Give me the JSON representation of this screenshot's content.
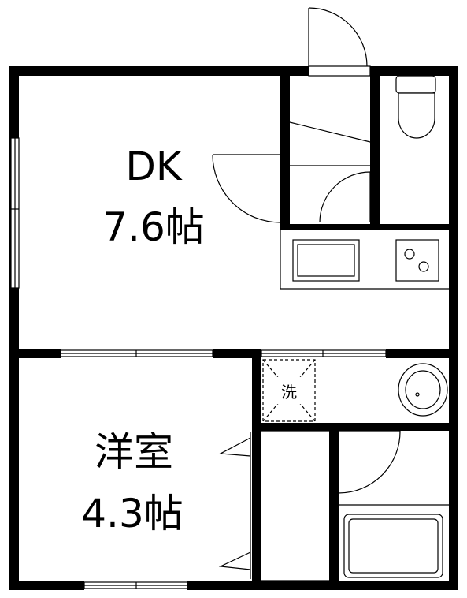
{
  "rooms": {
    "dk": {
      "name": "DK",
      "size": "7.6帖"
    },
    "bedroom": {
      "name": "洋室",
      "size": "4.3帖"
    },
    "washer": {
      "label": "洗"
    }
  }
}
